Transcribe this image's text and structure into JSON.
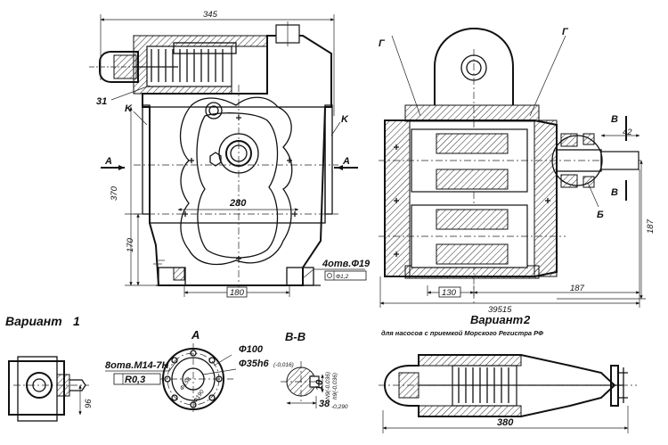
{
  "labels": {
    "overall_width_top": "345",
    "height_370": "370",
    "height_170": "170",
    "mid_width_280": "280",
    "bottom_width_180": "180",
    "leader_31": "31",
    "leader_k_left": "K",
    "leader_k_right": "K",
    "section_a_left": "A",
    "section_a_right": "A",
    "holes_note": "4отв.Ф19",
    "holes_tol": "Ф1,2",
    "section_g_left": "Г",
    "section_g_right": "Г",
    "section_b_top": "В",
    "section_b_bottom": "В",
    "dim_42": "42",
    "height_187_right": "187",
    "dim_130": "130",
    "dim_187_bottom": "187",
    "dim_39515": "39515",
    "leader_b": "Б",
    "variant1_title": "Вариант",
    "variant1_number": "1",
    "dim_96": "96",
    "view_a_title": "А",
    "holes_m14": "8отв.М14-7Н",
    "tol_r03": "R0,3",
    "dia_100": "Ф100",
    "dia_158": "Ф158",
    "dia_190": "Ф190",
    "section_bb_title": "В-В",
    "shaft_dia": "Ф35h6",
    "shaft_dia_tol": "(-0,016)",
    "key_10": "10",
    "key_tol_a": "N9(-0,036)",
    "key_tol_b": "h9(-0,036)",
    "dim_38": "38",
    "dim_38_tol": "-0,290",
    "variant2_title": "Вариант",
    "variant2_number": "2",
    "variant2_subtitle": "для насосов с приемкой Морского Регистра РФ",
    "dim_380": "380"
  }
}
